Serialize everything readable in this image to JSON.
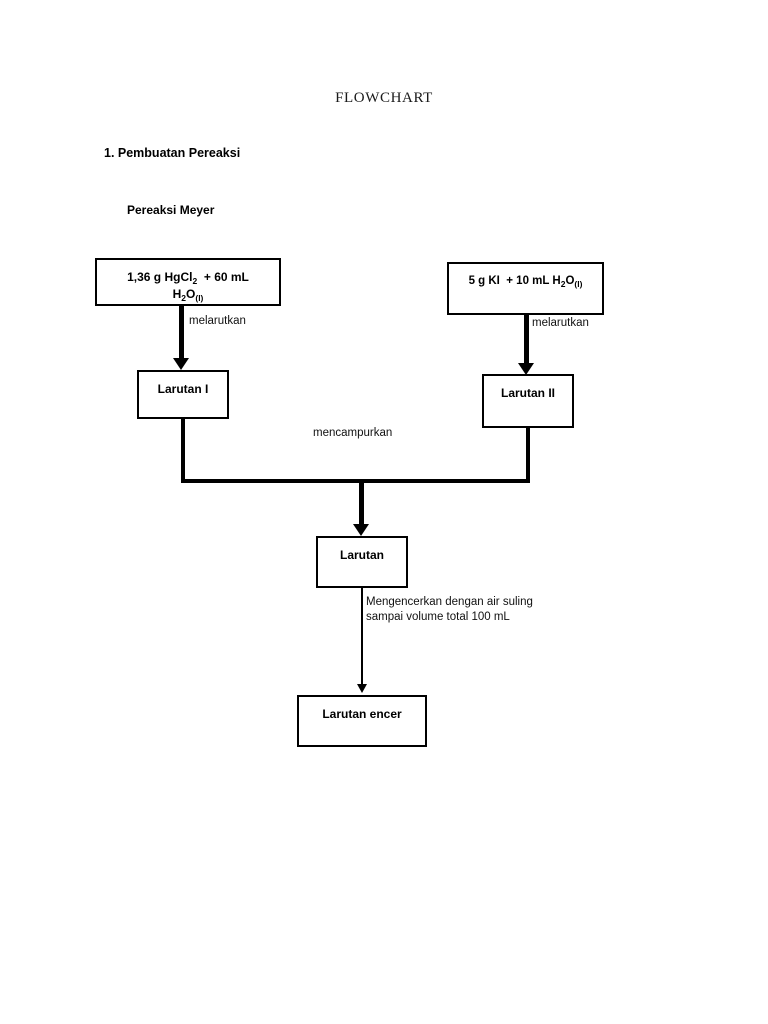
{
  "document": {
    "title": "FLOWCHART",
    "section_heading": "1. Pembuatan\nPereaksi",
    "sub_heading": "Pereaksi Meyer"
  },
  "colors": {
    "background": "#ffffff",
    "stroke": "#000000",
    "text": "#000000"
  },
  "flowchart": {
    "type": "process-flow",
    "nodes": [
      {
        "id": "hgcl2",
        "label": "1,36 g HgCl2 + 60 mL H2O(l)",
        "label_html": "1,36 g HgCl<sub>2</sub> &nbsp;+ 60 mL<br>H<sub>2</sub>O<sub>(l)</sub>"
      },
      {
        "id": "ki",
        "label": "5 g KI + 10 mL H2O(l)",
        "label_html": "5 g KI &nbsp;+ 10 mL H<sub>2</sub>O<sub>(l)</sub>"
      },
      {
        "id": "lar1",
        "label": "Larutan I",
        "label_html": "Larutan I"
      },
      {
        "id": "lar2",
        "label": "Larutan II",
        "label_html": "Larutan II"
      },
      {
        "id": "lar",
        "label": "Larutan",
        "label_html": "Larutan"
      },
      {
        "id": "encer",
        "label": "Larutan encer",
        "label_html": "Larutan encer"
      }
    ],
    "edges": [
      {
        "from": "hgcl2",
        "to": "lar1",
        "label": "melarutkan"
      },
      {
        "from": "ki",
        "to": "lar2",
        "label": "melarutkan"
      },
      {
        "from": "lar1",
        "to": "lar",
        "label": "mencampurkan"
      },
      {
        "from": "lar2",
        "to": "lar",
        "label": ""
      },
      {
        "from": "lar",
        "to": "encer",
        "label": "Mengencerkan dengan air suling\nsampai volume total 100 mL"
      }
    ]
  }
}
